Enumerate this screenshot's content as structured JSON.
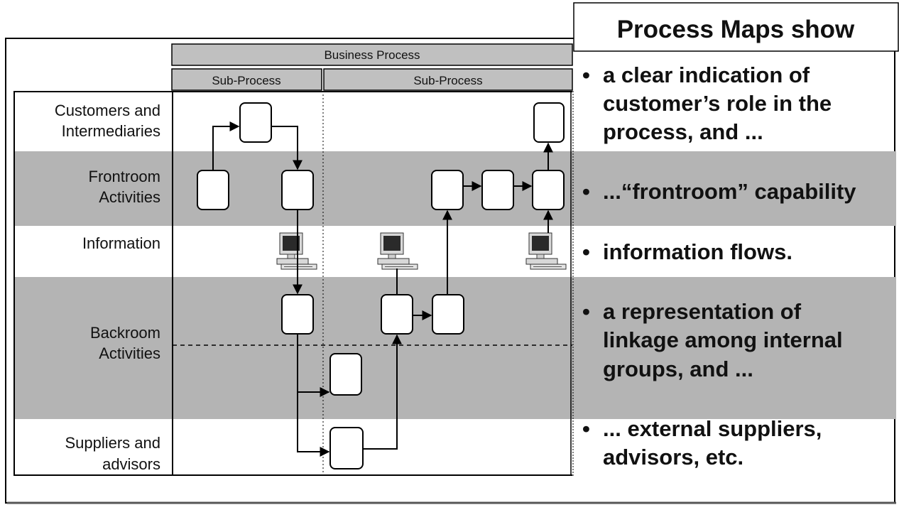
{
  "diagram": {
    "header": {
      "business_process": "Business Process",
      "sub_process_1": "Sub-Process",
      "sub_process_2": "Sub-Process"
    },
    "lanes": [
      {
        "line1": "Customers and",
        "line2": "Intermediaries"
      },
      {
        "line1": "Frontroom",
        "line2": "Activities"
      },
      {
        "line1": "Information",
        "line2": ""
      },
      {
        "line1": "Backroom",
        "line2": "Activities"
      },
      {
        "line1": "Suppliers and",
        "line2": "advisors"
      }
    ],
    "colors": {
      "shaded_lane": "#b4b4b4",
      "header_fill": "#c0c0c0",
      "ink": "#000000"
    },
    "icons": [
      "computer-icon",
      "computer-icon",
      "computer-icon"
    ]
  },
  "panel": {
    "title": "Process Maps show",
    "bullets": [
      {
        "lines": [
          "a clear indication of",
          "customer’s role in the",
          "process, and ..."
        ]
      },
      {
        "lines": [
          "...“frontroom” capability"
        ]
      },
      {
        "lines": [
          "information flows."
        ]
      },
      {
        "lines": [
          "a representation of",
          "linkage among internal",
          "groups, and ..."
        ]
      },
      {
        "lines": [
          "... external suppliers,",
          "advisors, etc."
        ]
      }
    ]
  }
}
